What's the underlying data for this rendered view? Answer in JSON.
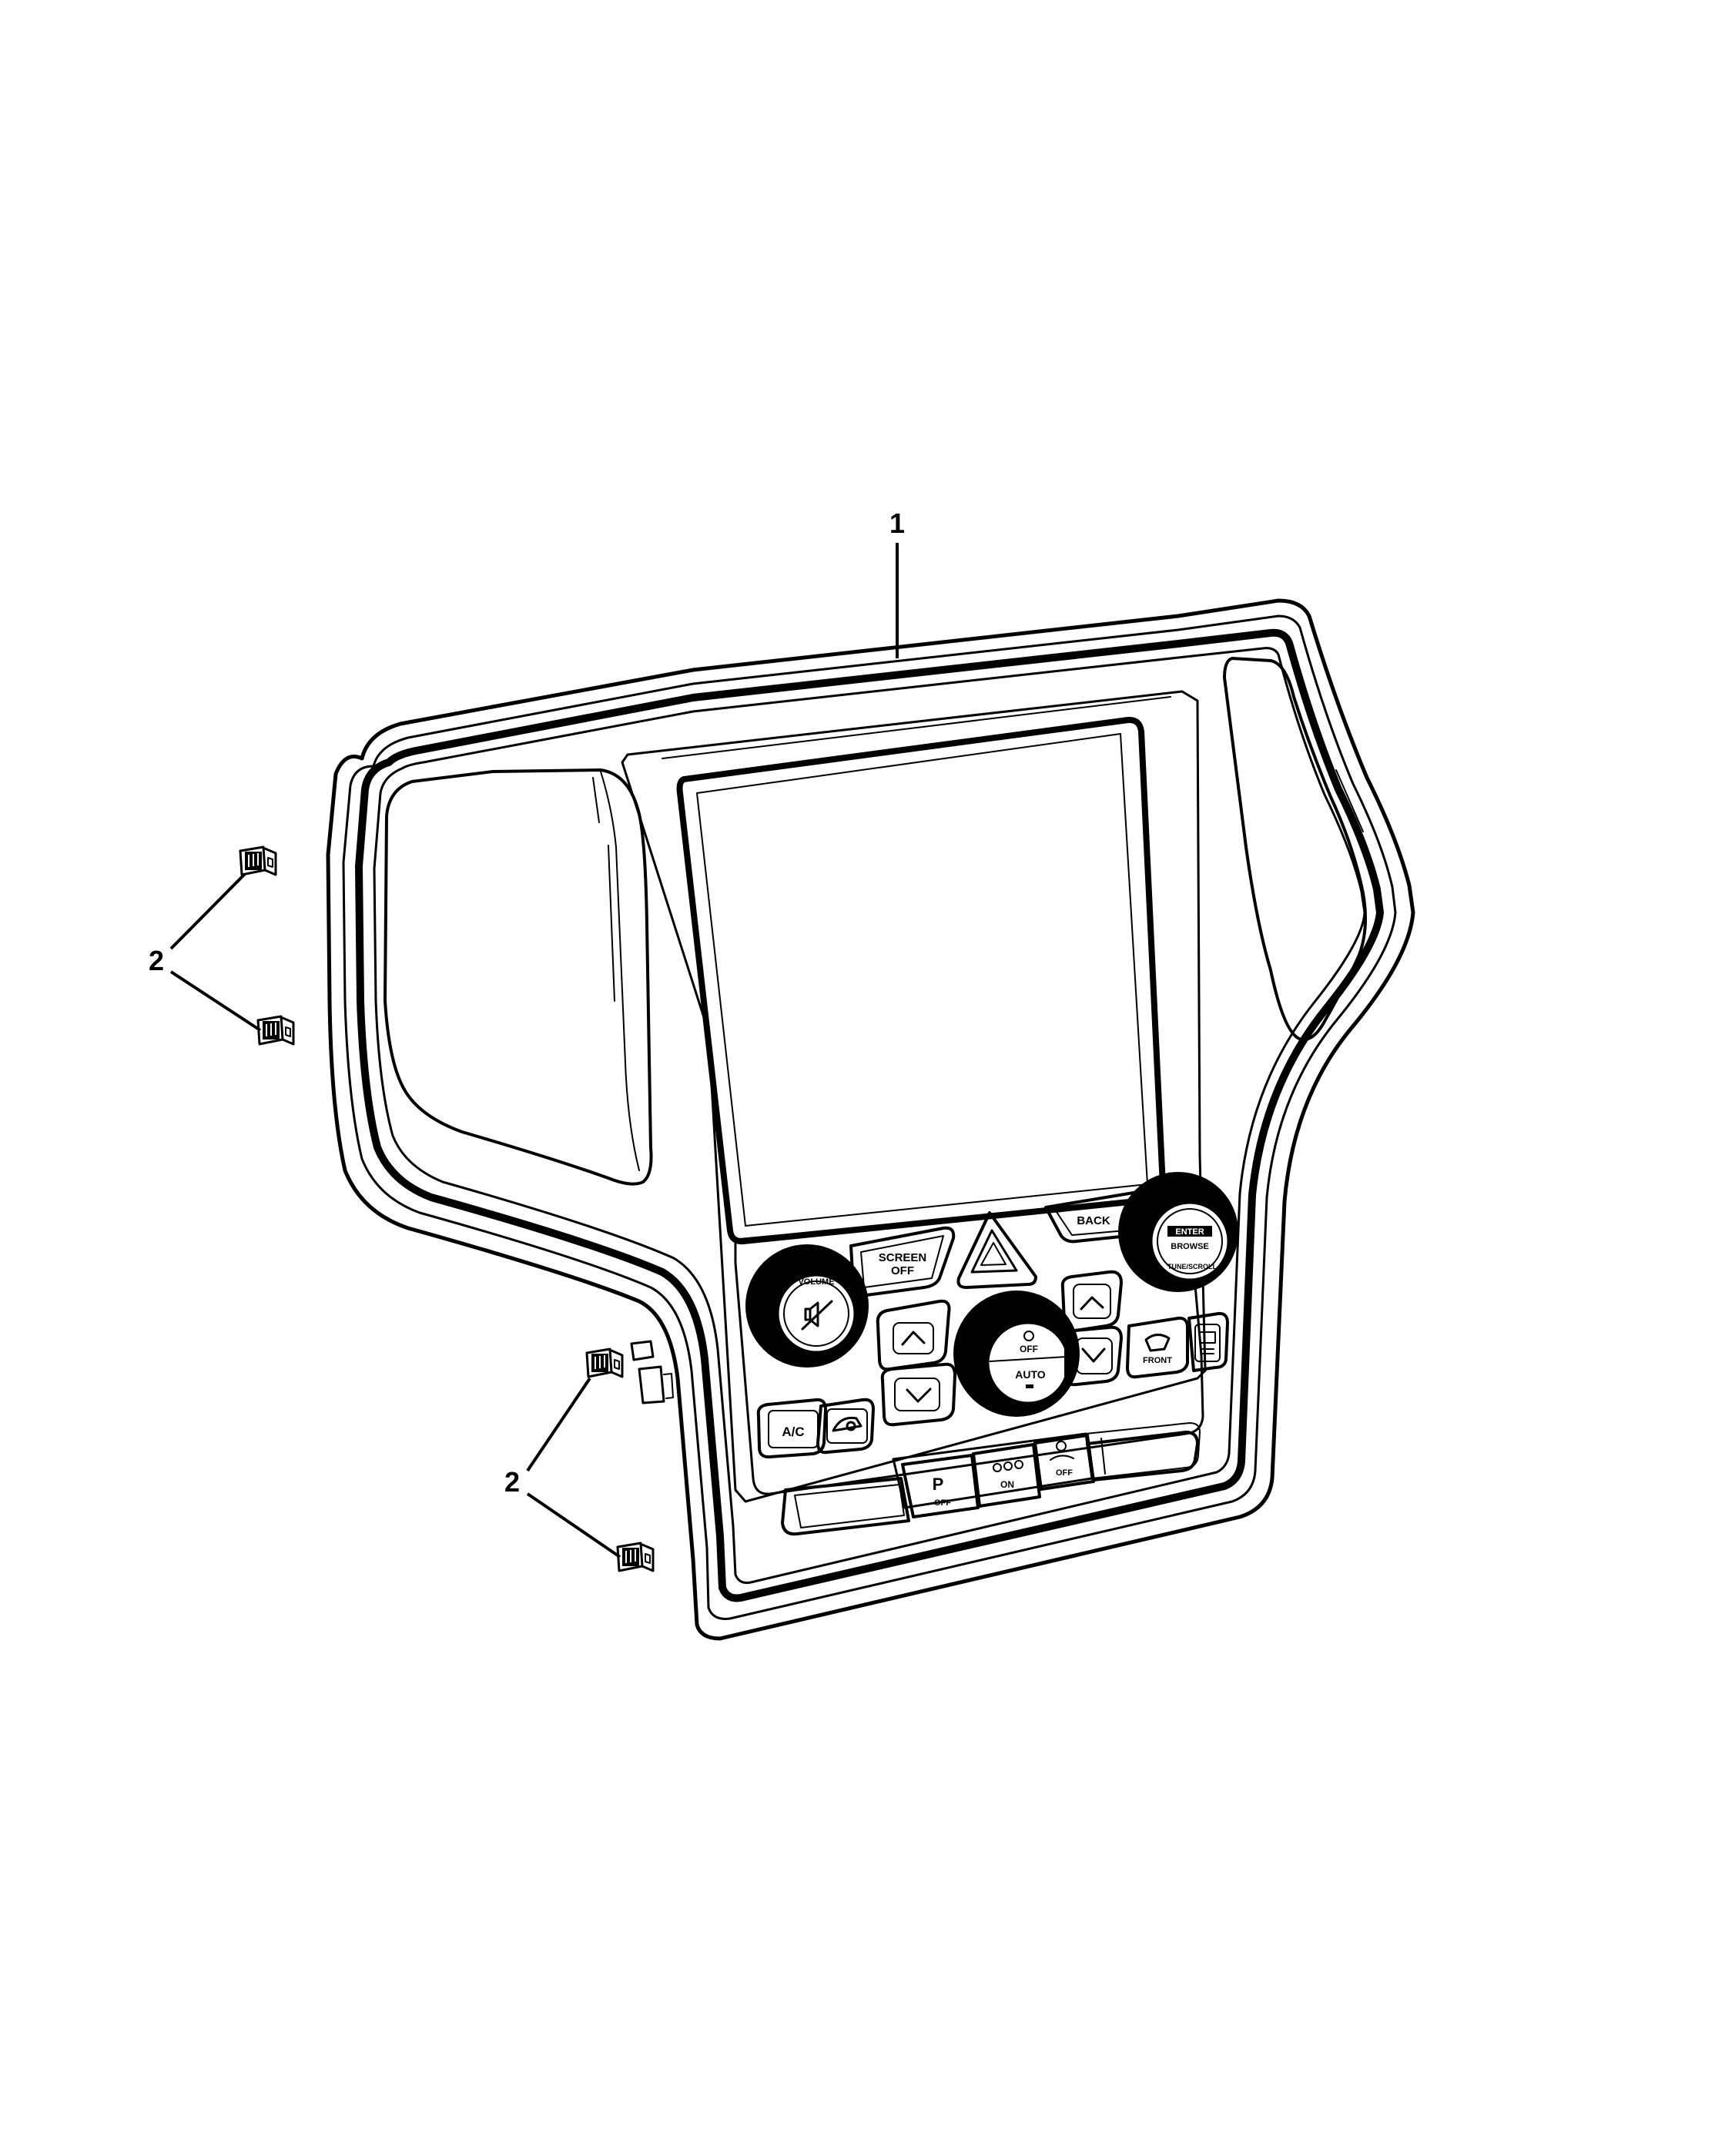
{
  "diagram": {
    "callouts": {
      "bezel": "1",
      "clips_upper": "2",
      "clips_lower": "2"
    },
    "controls": {
      "screen_off": [
        "SCREEN",
        "OFF"
      ],
      "back": "BACK",
      "ac": "A/C",
      "fan_off": "OFF",
      "auto": "AUTO",
      "front": "FRONT",
      "park_off": "OFF",
      "fog_on": "ON",
      "esc_off": "OFF",
      "enter_browse": [
        "ENTER",
        "BROWSE"
      ],
      "volume": "VOLUME",
      "tune_scroll": "TUNE/SCROLL"
    }
  }
}
